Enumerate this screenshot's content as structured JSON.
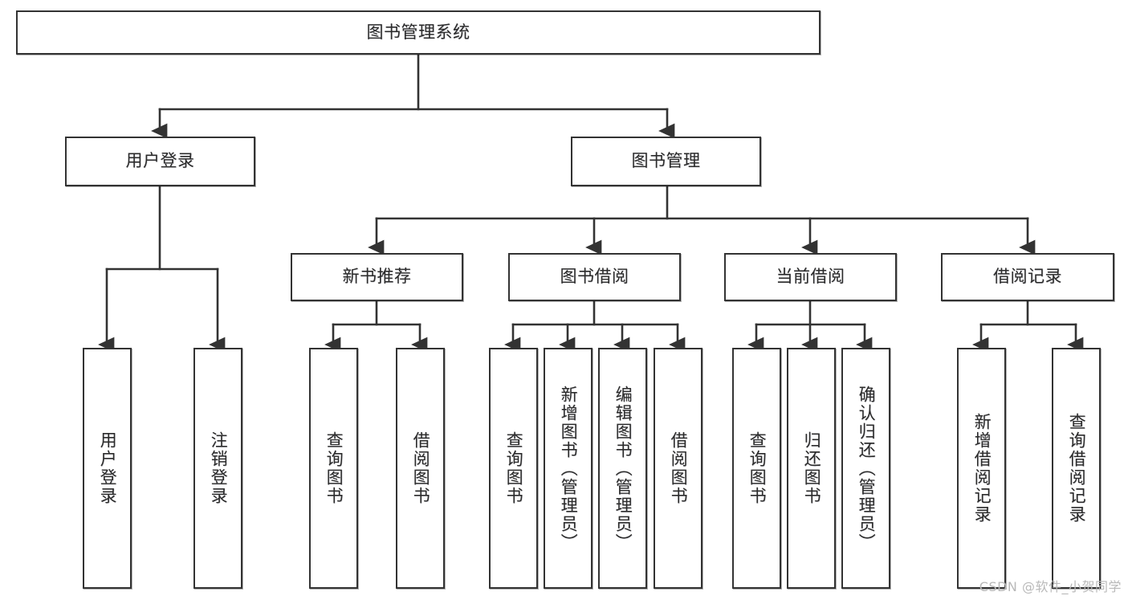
{
  "diagram": {
    "title": "图书管理系统",
    "type": "tree-hierarchy",
    "watermark": "CSDN @软件_小贺同学",
    "colors": {
      "box_border": "#333333",
      "box_fill": "#ffffff",
      "text": "#2b2b2b",
      "connector": "#333333",
      "watermark": "#b9b9b9"
    },
    "nodes": {
      "root": {
        "label": "图书管理系统"
      },
      "level2": [
        {
          "id": "user-login",
          "label": "用户登录"
        },
        {
          "id": "book-manage",
          "label": "图书管理"
        }
      ],
      "level3": [
        {
          "id": "new-book-rec",
          "label": "新书推荐"
        },
        {
          "id": "book-borrow",
          "label": "图书借阅"
        },
        {
          "id": "current-borrow",
          "label": "当前借阅"
        },
        {
          "id": "borrow-record",
          "label": "借阅记录"
        }
      ],
      "leaves": {
        "user-login": [
          {
            "id": "leaf-user-login",
            "label": "用户登录"
          },
          {
            "id": "leaf-logout-login",
            "label": "注销登录"
          }
        ],
        "new-book-rec": [
          {
            "id": "leaf-query-book-1",
            "label": "查询图书"
          },
          {
            "id": "leaf-borrow-book-1",
            "label": "借阅图书"
          }
        ],
        "book-borrow": [
          {
            "id": "leaf-query-book-2",
            "label": "查询图书"
          },
          {
            "id": "leaf-add-book",
            "label": "新增图书（管理员）"
          },
          {
            "id": "leaf-edit-book",
            "label": "编辑图书（管理员）"
          },
          {
            "id": "leaf-borrow-book-2",
            "label": "借阅图书"
          }
        ],
        "current-borrow": [
          {
            "id": "leaf-query-book-3",
            "label": "查询图书"
          },
          {
            "id": "leaf-return-book",
            "label": "归还图书"
          },
          {
            "id": "leaf-confirm-return",
            "label": "确认归还（管理员）"
          }
        ],
        "borrow-record": [
          {
            "id": "leaf-add-record",
            "label": "新增借阅记录"
          },
          {
            "id": "leaf-query-record",
            "label": "查询借阅记录"
          }
        ]
      }
    }
  }
}
